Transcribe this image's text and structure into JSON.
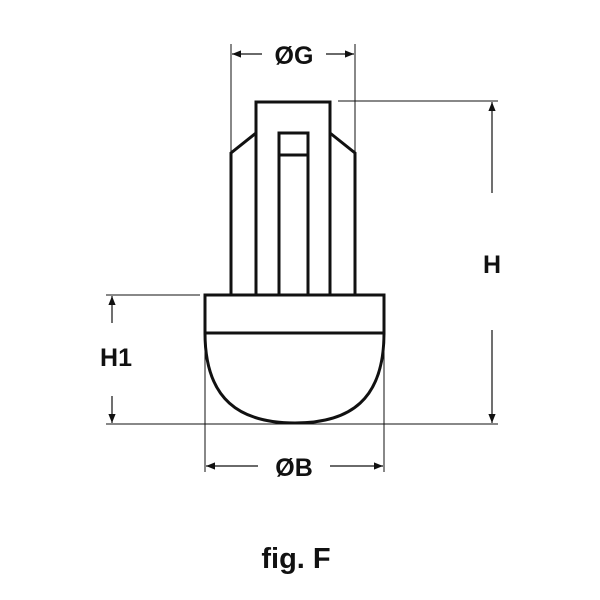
{
  "labels": {
    "dim_g": "ØG",
    "dim_h": "H",
    "dim_h1": "H1",
    "dim_b": "ØB"
  },
  "caption": "fig. F",
  "colors": {
    "stroke": "#111111",
    "background": "#ffffff"
  }
}
